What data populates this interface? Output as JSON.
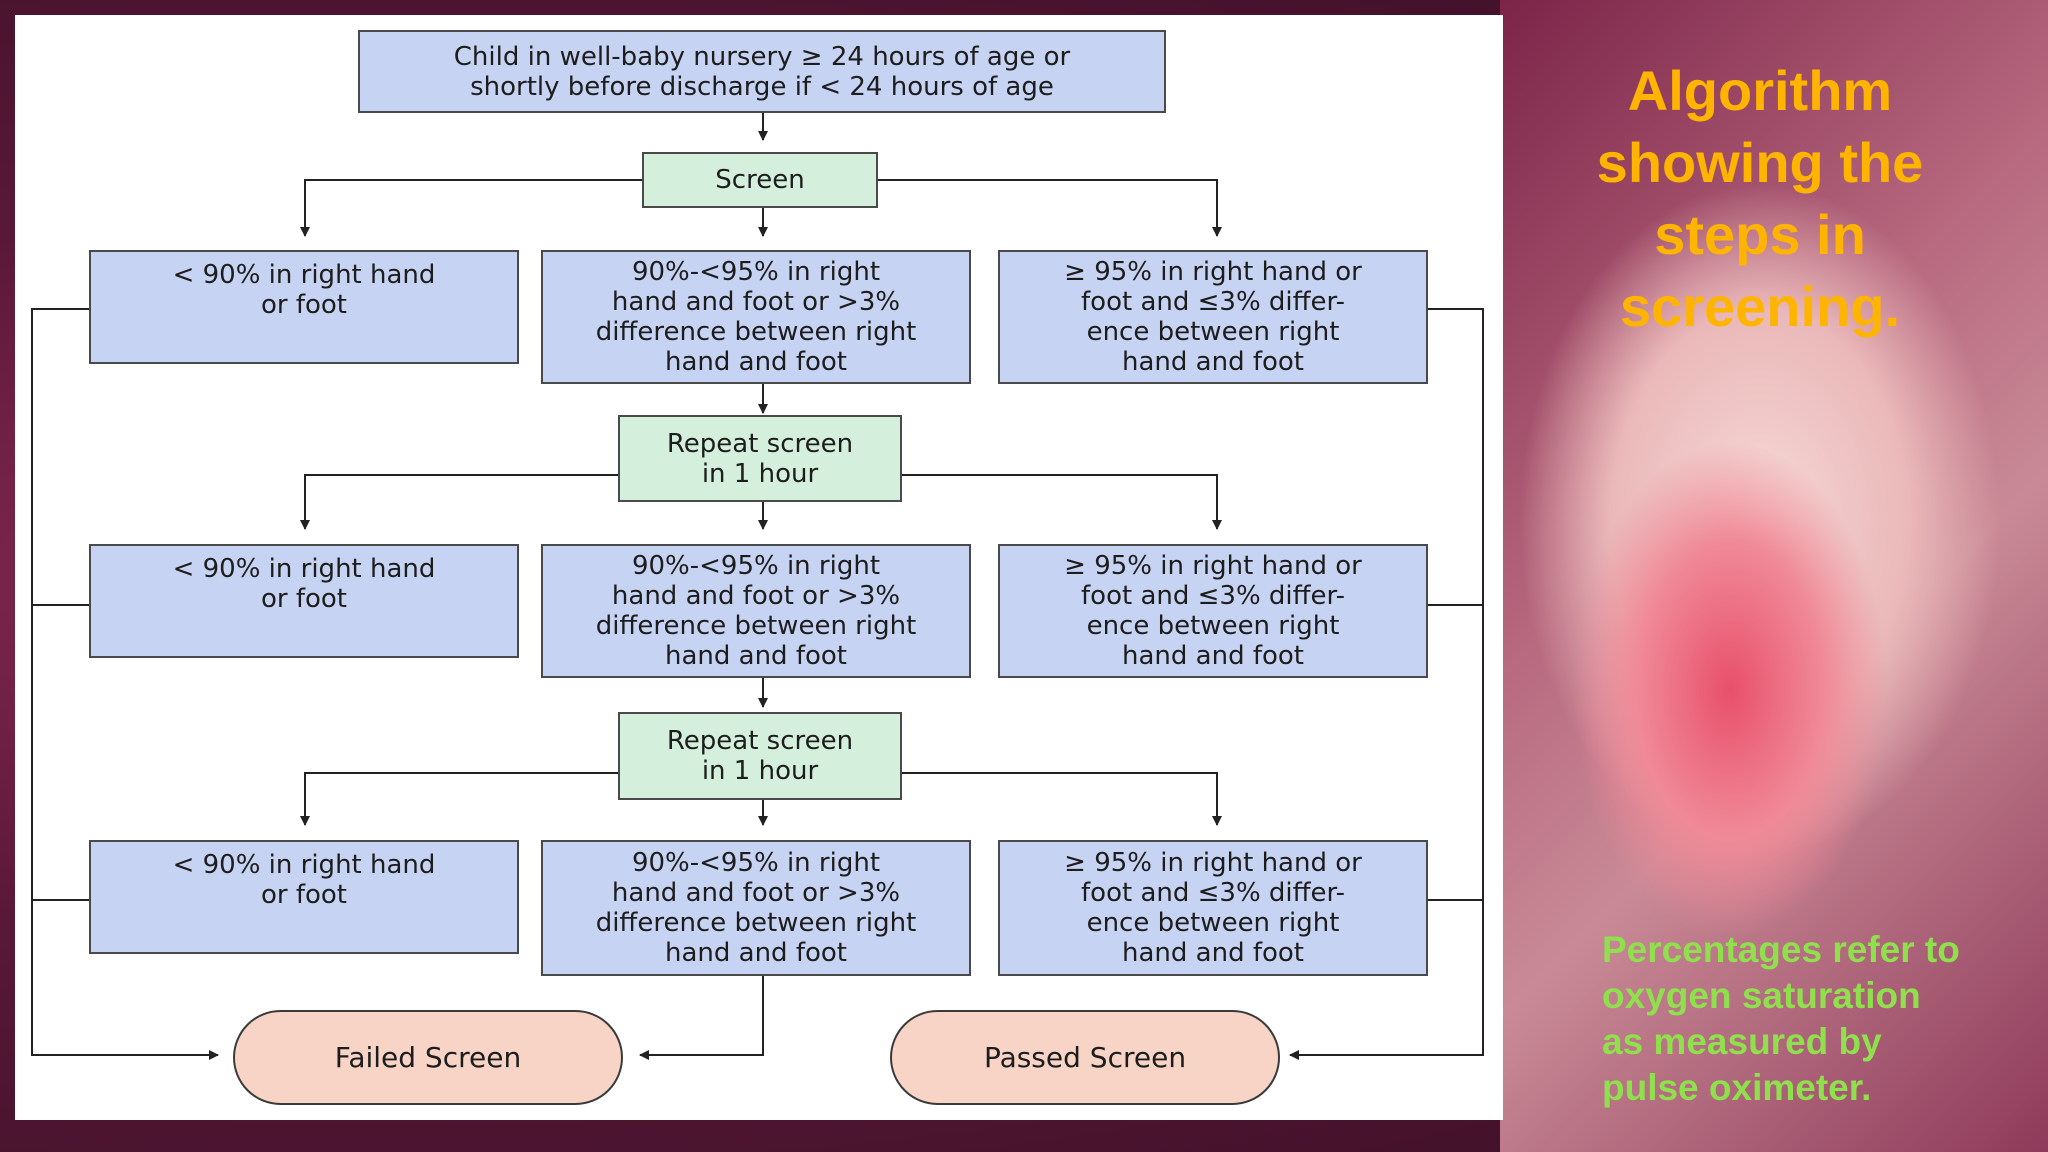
{
  "title": "Algorithm\nshowing the\nsteps in\nscreening.",
  "note": "Percentages refer to\noxygen saturation\nas measured by\npulse oximeter.",
  "flow": {
    "start": "Child in well-baby nursery ≥ 24 hours of age or\nshortly before discharge if < 24 hours of age",
    "screen": "Screen",
    "repeat_1": "Repeat screen\nin 1 hour",
    "repeat_2": "Repeat screen\nin 1 hour",
    "fail_criteria": "< 90% in right hand\nor foot",
    "mid_criteria": "90%-<95% in right\nhand and foot or >3%\ndifference between right\nhand and foot",
    "pass_criteria": "≥ 95% in right hand or\nfoot and ≤3% differ-\nence between right\nhand and foot",
    "failed": "Failed Screen",
    "passed": "Passed Screen"
  }
}
